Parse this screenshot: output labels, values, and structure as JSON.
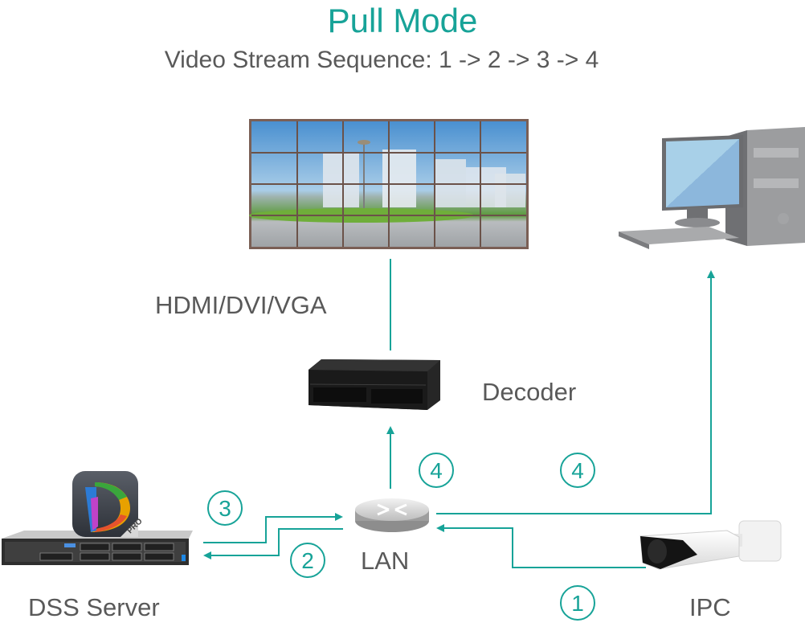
{
  "title": "Pull Mode",
  "subtitle": "Video Stream Sequence: 1 -> 2 -> 3 -> 4",
  "colors": {
    "accent": "#17a398",
    "text": "#595959"
  },
  "nodes": {
    "video_wall": {
      "icon": "video-wall-icon",
      "rows": 4,
      "cols": 6
    },
    "pc": {
      "icon": "desktop-pc-icon"
    },
    "decoder": {
      "label": "Decoder",
      "icon": "decoder-device-icon"
    },
    "lan": {
      "label": "LAN",
      "icon": "network-switch-icon"
    },
    "dss_server": {
      "label": "DSS Server",
      "icon": "rack-server-icon",
      "app_badge": "PRO"
    },
    "ipc": {
      "label": "IPC",
      "icon": "bullet-camera-icon"
    }
  },
  "connection_label": "HDMI/DVI/VGA",
  "steps": [
    {
      "number": "1",
      "from": "IPC",
      "to": "LAN"
    },
    {
      "number": "2",
      "from": "LAN",
      "to": "DSS Server"
    },
    {
      "number": "3",
      "from": "DSS Server",
      "to": "LAN"
    },
    {
      "number": "4",
      "from": "LAN",
      "to": "Decoder"
    },
    {
      "number": "4",
      "from": "LAN",
      "to": "PC"
    }
  ]
}
